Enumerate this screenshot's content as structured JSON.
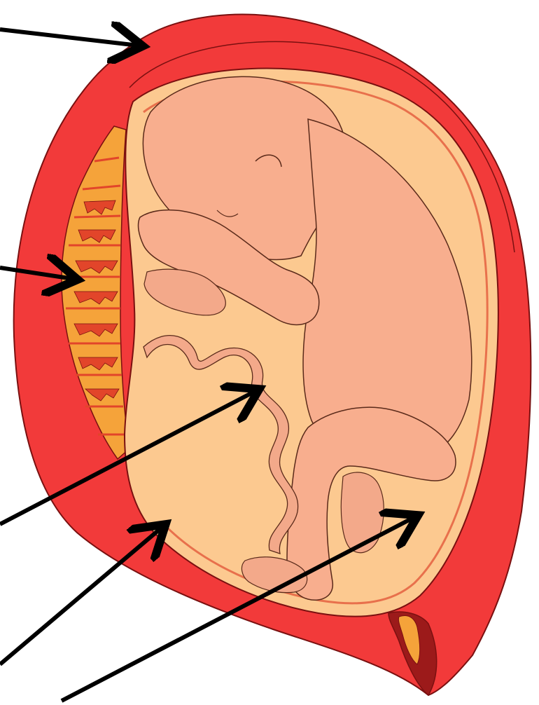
{
  "diagram": {
    "type": "anatomical-illustration",
    "subject": "fetus-in-uterus",
    "colors": {
      "uterus_wall": "#f23a3a",
      "uterus_outline": "#7a1010",
      "placenta": "#f5a33a",
      "placenta_vessels": "#e2452a",
      "amniotic_fluid": "#fcc990",
      "amnion_line": "#e8704c",
      "fetus": "#f8ae8e",
      "umbilical_cord": "#f3a98a",
      "cervix_plug": "#f5a33a",
      "cervix_canal": "#9c1a1a",
      "arrow": "#000000"
    },
    "pointers": [
      {
        "id": "uterine-wall-arrow"
      },
      {
        "id": "placenta-arrow"
      },
      {
        "id": "umbilical-cord-arrow"
      },
      {
        "id": "amnion-membrane-arrow"
      },
      {
        "id": "amniotic-fluid-arrow"
      }
    ]
  }
}
